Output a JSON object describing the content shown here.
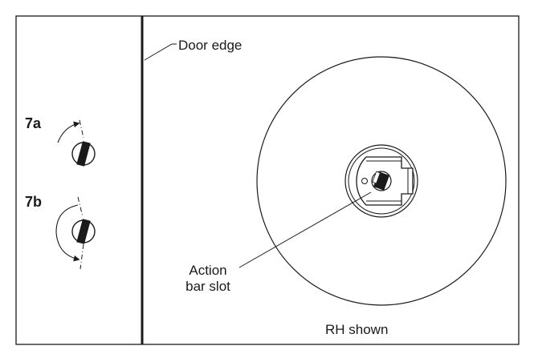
{
  "labels": {
    "door_edge": "Door edge",
    "step_a": "7a",
    "step_b": "7b",
    "action_bar_slot_line1": "Action",
    "action_bar_slot_line2": "bar slot",
    "rh_shown": "RH shown"
  },
  "colors": {
    "ink": "#1a1a1a",
    "background": "#ffffff"
  },
  "icons": {
    "rotate_a": "rotation-arrow-clockwise-icon",
    "rotate_b": "rotation-arrow-counterclockwise-icon",
    "knob": "turn-knob-icon"
  }
}
